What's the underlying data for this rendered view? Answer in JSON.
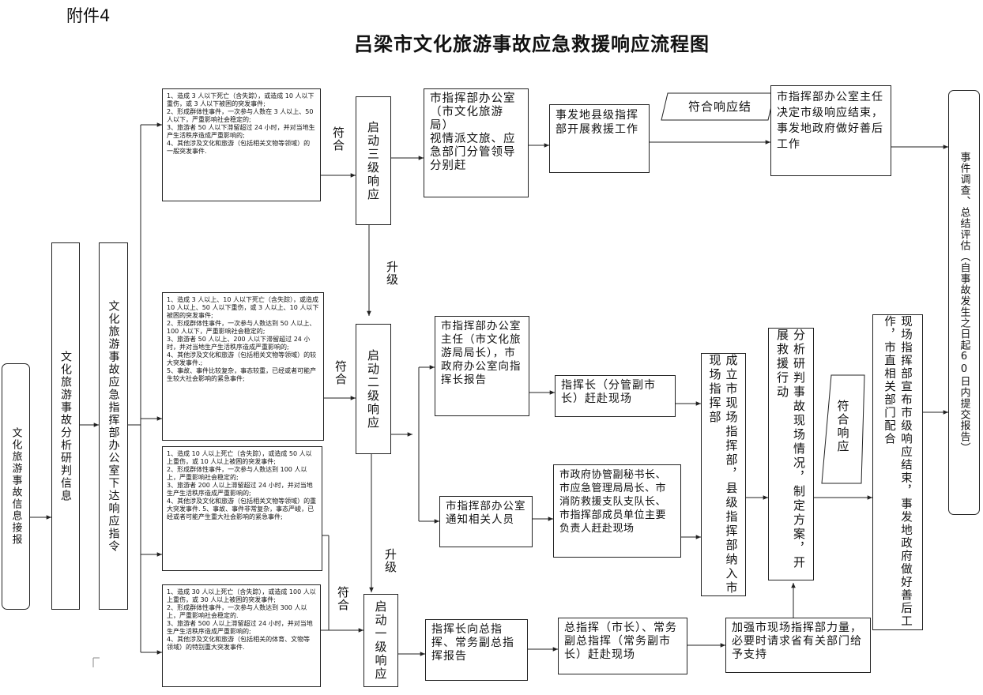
{
  "attachment": "附件4",
  "title": "吕梁市文化旅游事故应急救援响应流程图",
  "nodes": {
    "info": "文化旅游事故信息接报",
    "analysis": "文化旅游事故分析研判信息",
    "command": "文化旅游事故应急指挥部办公室下达响应指令",
    "c3": "1、造成 3 人以下死亡（含失踪），或造成 10 人以下重伤，或 3 人以下被困的突发事件;\n2、形成群体性事件，一次参与人数在 3 人以上、50 人以下，严重影响社会稳定的;\n3、旅游者 50 人以下滞留超过 24 小时，并对当地生产生活秩序造成严重影响的;\n4、其他涉及文化和旅游（包括相关文物等领域）的一般突发事件.",
    "c2": "1、造成 3 人以上、10 人以下死亡（含失踪），或造成 10 人以上、50 人以下重伤，或 3 人以上、10 人以下被困的突发事件;\n2、形成群体性事件，一次参与人数达到 50 人以上、100 人以下，严重影响社会稳定的;\n3、旅游者 50 人以上、200 人以下滞留超过 24 小时，并对当地生产生活秩序造成严重影响的;\n4、其他涉及文化和旅游（包括相关文物等领域）的较大突发事件.;\n5、事故、事件比较复杂，事态较重，已经或者可能产生较大社会影响的紧急事件;",
    "c2b": "1、造成 10 人以上死亡（含失踪），或造成 50 人以上重伤，或 10 人以上被困的突发事件;\n2、形成群体性事件，一次参与人数达到 100 人以上，严重影响社会稳定的;\n3、旅游者 200 人以上滞留超过 24 小时，并对当地生产生活秩序造成严重影响的;\n4、其他涉及文化和旅游（包括相关文物等领域）的重大突发事件. 5、事故、事件非常复杂，事态严峻，已经或者可能产生重大社会影响的紧急事件;",
    "c1": "1、造成 30 人以上死亡（含失踪），或造成 100 人以上重伤，或 30 人以上被困的突发事件;\n2、形成群体性事件，一次参与人数达到 300 人以上，严重影响社会稳定的.\n3、旅游者 500 人以上滞留超过 24 小时，并对当地生产生活秩序造成严重影响的;\n4、其他涉及文化和旅游（包括相关的体育、文物等领域）的特别重大突发事件.",
    "r3": "启动三级响应",
    "r2": "启动二级响应",
    "r1": "启动一级响应",
    "off3": "市指挥部办公室\n（市文化旅游局）\n视情派文旅、应急部门分管领导分别赶",
    "county": "事发地县级指挥部开展救援工作",
    "end3": "符合响应结",
    "decide3": "市指挥部办公室主任决定市级响应结束，事发地政府做好善后工作",
    "eval": "事件调查、总结评估（自事故发生之日起60日内提交报告）",
    "rep2": "市指挥部办公室主任（市文化旅游局局长），市政府办公室向指挥长报告",
    "chief2": "指挥长（分管副市长）赶赴现场",
    "notify": "市指挥部办公室通知相关人员",
    "officials": "市政府协管副秘书长、市应急管理局局长、市消防救援支队支队长、市指挥部成员单位主要负责人赶赴现场",
    "site": "成立市现场指挥部，县级指挥部纳入市现场指挥部",
    "analyze": "分析研判事故现场情况，制定方案，开展救援行动",
    "end2": "符合响应",
    "final": "现场指挥部宣布市级响应结束，事发地政府做好善后工作，市直相关部门配合",
    "rep1": "指挥长向总指挥、常务副总指挥报告",
    "gen": "总指挥（市长）、常务副总指挥（常务副市长）赶赴现场",
    "boost": "加强市现场指挥部力量，必要时请求省有关部门给予支持"
  },
  "labels": {
    "fit": "符合",
    "upgrade": "升级"
  }
}
